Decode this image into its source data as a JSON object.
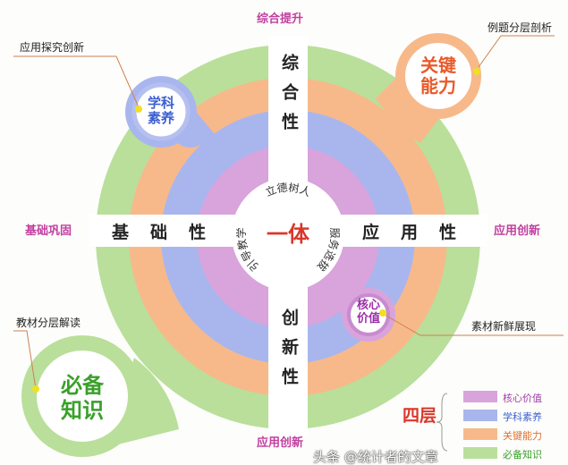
{
  "center": {
    "title": "一体",
    "arc_top": "立德树人",
    "arc_right": "服务选拔",
    "arc_left": "引导教学"
  },
  "axes": {
    "top": "综合性",
    "bottom": "创新性",
    "left": "基础性",
    "right": "应用性"
  },
  "outer_labels": {
    "top": "综合提升",
    "bottom": "应用创新",
    "left": "基础巩固",
    "right": "应用创新"
  },
  "badges": {
    "top_left": "学科素养",
    "top_right": "关键能力",
    "bottom_right": "核心价值",
    "bottom_left": "必备知识"
  },
  "callouts": {
    "top_left": "应用探究创新",
    "top_right": "例题分层剖析",
    "bottom_right": "素材新鲜展现",
    "bottom_left": "教材分层解读"
  },
  "legend": {
    "title": "四层",
    "items": [
      {
        "label": "核心价值",
        "color": "#d9a3dc"
      },
      {
        "label": "学科素养",
        "color": "#a9b6ee"
      },
      {
        "label": "关键能力",
        "color": "#f7b98a"
      },
      {
        "label": "必备知识",
        "color": "#b9df9a"
      }
    ]
  },
  "watermark": "头条 @统计者的文章",
  "colors": {
    "green": "#b9df9a",
    "orange": "#f7b98a",
    "blue": "#a9b6ee",
    "purple": "#d9a3dc",
    "accent": "#c23fa0",
    "red": "#d9372b"
  }
}
